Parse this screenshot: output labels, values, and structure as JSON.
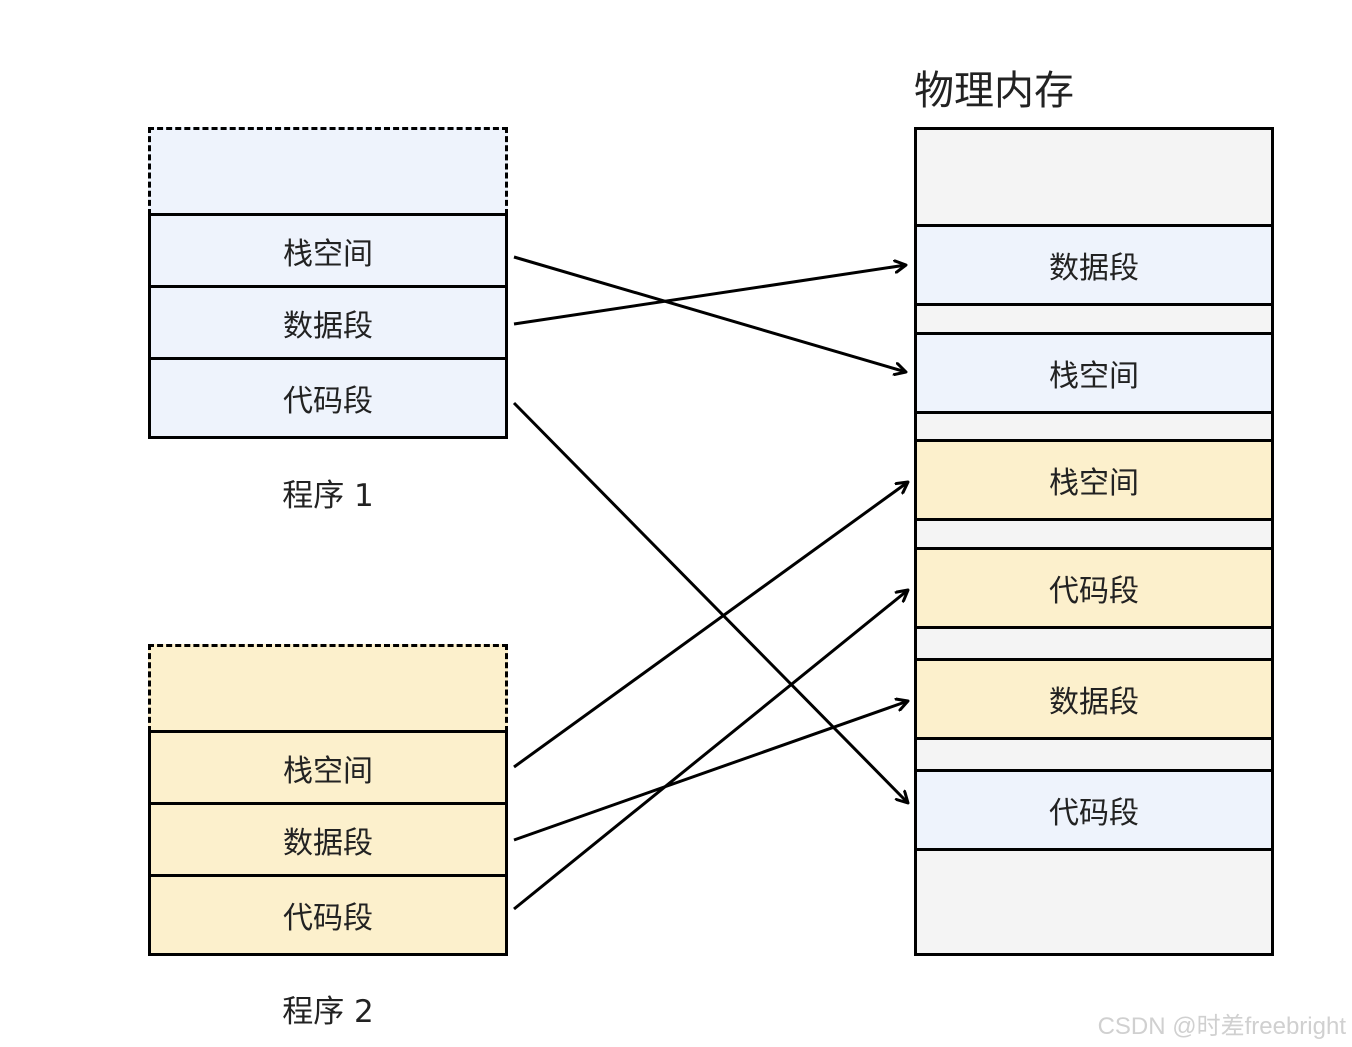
{
  "physical_memory": {
    "title": "物理内存",
    "blocks": [
      {
        "label": "数据段",
        "owner": "程序 1"
      },
      {
        "label": "栈空间",
        "owner": "程序 1"
      },
      {
        "label": "栈空间",
        "owner": "程序 2"
      },
      {
        "label": "代码段",
        "owner": "程序 2"
      },
      {
        "label": "数据段",
        "owner": "程序 2"
      },
      {
        "label": "代码段",
        "owner": "程序 1"
      }
    ]
  },
  "program1": {
    "caption": "程序 1",
    "segments": [
      "栈空间",
      "数据段",
      "代码段"
    ]
  },
  "program2": {
    "caption": "程序 2",
    "segments": [
      "栈空间",
      "数据段",
      "代码段"
    ]
  },
  "colors": {
    "program1": "#eef3fc",
    "program2": "#fcf0cc",
    "free_memory": "#f4f4f4"
  },
  "watermark": "CSDN @时差freebright"
}
